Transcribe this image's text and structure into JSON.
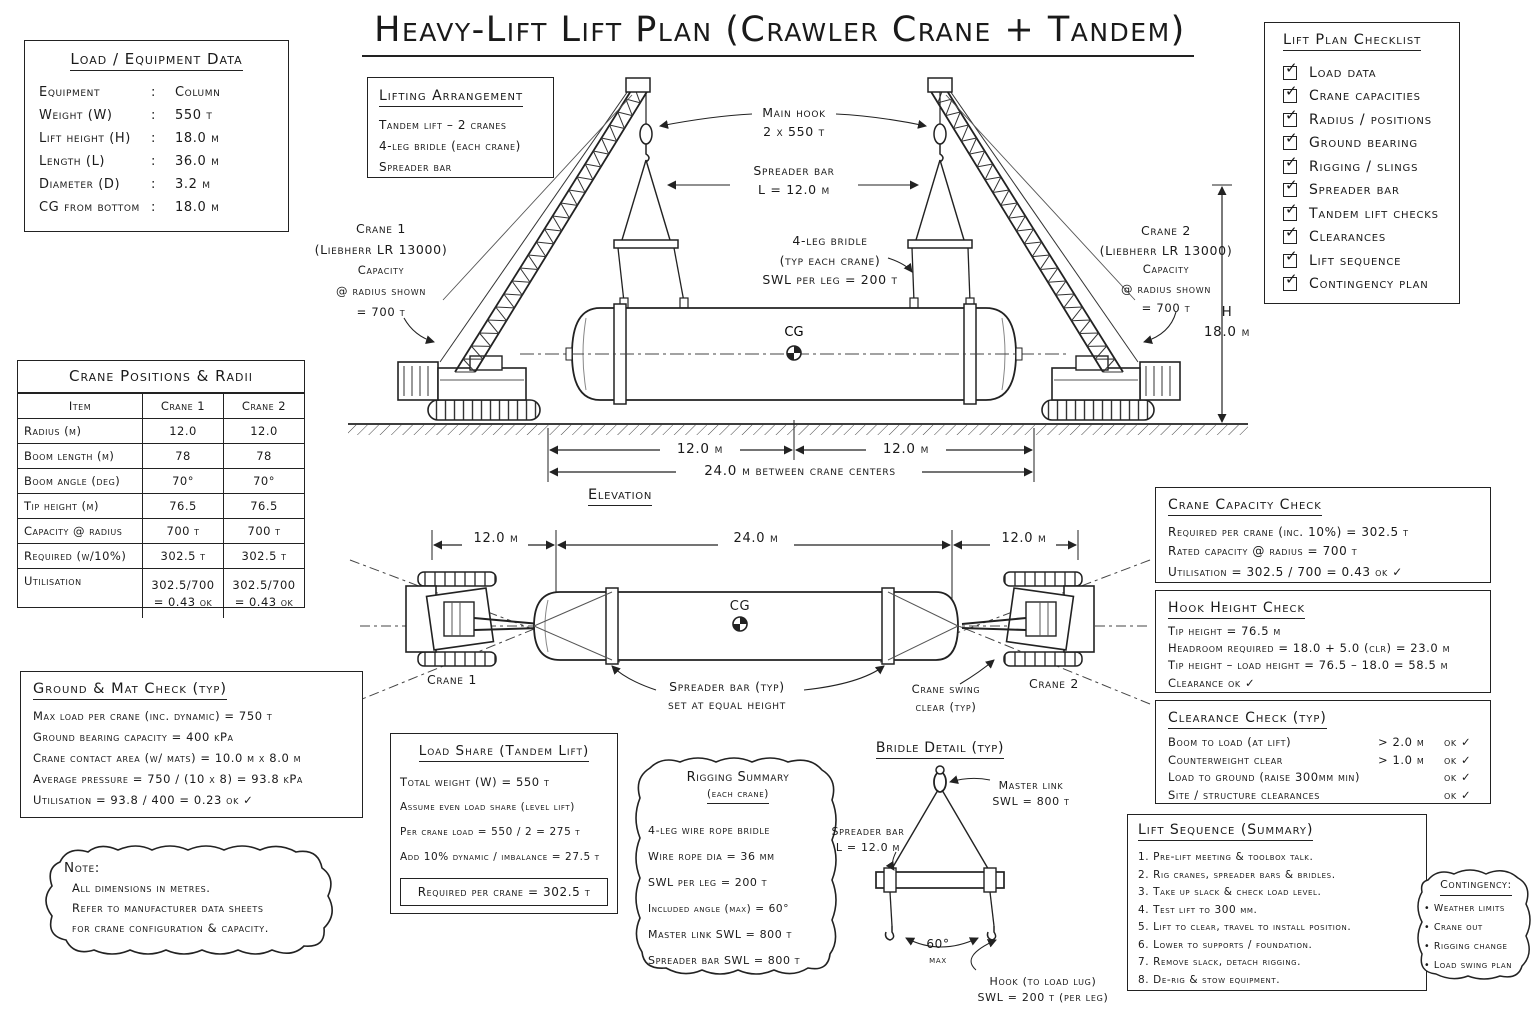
{
  "title": "Heavy-Lift Lift Plan (Crawler Crane + Tandem)",
  "load_data": {
    "title": "Load / Equipment Data",
    "rows": [
      {
        "key": "Equipment",
        "value": "Column"
      },
      {
        "key": "Weight (W)",
        "value": "550 t"
      },
      {
        "key": "Lift height (H)",
        "value": "18.0 m"
      },
      {
        "key": "Length (L)",
        "value": "36.0 m"
      },
      {
        "key": "Diameter (D)",
        "value": "3.2 m"
      },
      {
        "key": "CG from bottom",
        "value": "18.0 m"
      }
    ]
  },
  "lifting_arrangement": {
    "title": "Lifting Arrangement",
    "lines": [
      "Tandem lift – 2 cranes",
      "4-leg bridle (each crane)",
      "Spreader bar"
    ]
  },
  "checklist": {
    "title": "Lift Plan Checklist",
    "mark": "☑",
    "items": [
      "Load data",
      "Crane capacities",
      "Radius / positions",
      "Ground bearing",
      "Rigging / slings",
      "Spreader bar",
      "Tandem lift checks",
      "Clearances",
      "Lift sequence",
      "Contingency plan"
    ]
  },
  "elevation": {
    "view_label": "Elevation",
    "main_hook": [
      "Main hook",
      "2 x 550 t"
    ],
    "spreader_bar": [
      "Spreader bar",
      "L = 12.0 m"
    ],
    "bridle": [
      "4-leg bridle",
      "(typ each crane)",
      "SWL per leg = 200 t"
    ],
    "crane1": [
      "Crane 1",
      "(Liebherr LR 13000)",
      "Capacity",
      "@ radius shown",
      "= 700 t"
    ],
    "crane2": [
      "Crane 2",
      "(Liebherr LR 13000)",
      "Capacity",
      "@ radius shown",
      "= 700 t"
    ],
    "cg": "CG",
    "height": [
      "H",
      "18.0 m"
    ],
    "dim_left": "12.0 m",
    "dim_right": "12.0 m",
    "dim_total": "24.0 m  between crane centers"
  },
  "crane_positions": {
    "title": "Crane Positions & Radii",
    "headers": [
      "Item",
      "Crane 1",
      "Crane 2"
    ],
    "rows": [
      [
        "Radius (m)",
        "12.0",
        "12.0"
      ],
      [
        "Boom length (m)",
        "78",
        "78"
      ],
      [
        "Boom angle (deg)",
        "70°",
        "70°"
      ],
      [
        "Tip height (m)",
        "76.5",
        "76.5"
      ],
      [
        "Capacity @ radius",
        "700 t",
        "700 t"
      ],
      [
        "Required (w/10%)",
        "302.5 t",
        "302.5 t"
      ]
    ],
    "util_label": "Utilisation",
    "util_c1": [
      "302.5/700",
      "= 0.43  ok"
    ],
    "util_c2": [
      "302.5/700",
      "= 0.43  ok"
    ]
  },
  "plan": {
    "dim_left": "12.0 m",
    "dim_mid": "24.0 m",
    "dim_right": "12.0 m",
    "cg": "CG",
    "crane1": "Crane 1",
    "crane2": "Crane 2",
    "spreader": [
      "Spreader bar (typ)",
      "set at equal height"
    ],
    "swing": [
      "Crane swing",
      "clear (typ)"
    ]
  },
  "capacity_check": {
    "title": "Crane Capacity Check",
    "lines": [
      "Required per crane (inc. 10%)  =  302.5 t",
      "Rated capacity @ radius          =  700 t",
      "Utilisation   =  302.5 / 700   =  0.43   ok ✓"
    ]
  },
  "hook_check": {
    "title": "Hook Height Check",
    "lines": [
      "Tip height   =  76.5 m",
      "Headroom required  =  18.0 + 5.0 (clr)  = 23.0 m",
      "Tip height – load height  =  76.5 – 18.0   =  58.5 m",
      "Clearance  ok  ✓"
    ]
  },
  "clearance_check": {
    "title": "Clearance Check (typ)",
    "rows": [
      [
        "Boom to load (at lift)",
        "> 2.0 m",
        "ok ✓"
      ],
      [
        "Counterweight clear",
        "> 1.0 m",
        "ok ✓"
      ],
      [
        "Load to ground (raise 300mm min)",
        "",
        "ok ✓"
      ],
      [
        "Site / structure clearances",
        "",
        "ok ✓"
      ]
    ]
  },
  "ground_check": {
    "title": "Ground & Mat Check (typ)",
    "lines": [
      "Max load per crane (inc. dynamic)  =  750 t",
      "Ground bearing capacity               =  400 kPa",
      "Crane contact area (w/ mats)      = 10.0 m x 8.0 m",
      "Average pressure   =  750 / (10 x 8)  = 93.8 kPa",
      "Utilisation   =  93.8 / 400   =  0.23     ok ✓"
    ]
  },
  "load_share": {
    "title": "Load Share (Tandem Lift)",
    "lines": [
      "Total weight (W)    =  550 t",
      "Assume even load share (level lift)",
      "Per crane load   =  550 / 2   =  275 t",
      "Add 10% dynamic / imbalance  =  27.5 t"
    ],
    "result": "Required per crane  =  302.5 t"
  },
  "rigging": {
    "title": "Rigging Summary",
    "subtitle": "(each crane)",
    "items": [
      "4-leg wire rope bridle",
      "Wire rope dia  =  36 mm",
      "SWL per leg  =  200 t",
      "Included angle (max) = 60°",
      "Master link SWL  =  800 t",
      "Spreader bar SWL  =  800 t"
    ]
  },
  "bridle_detail": {
    "title": "Bridle Detail (typ)",
    "master": [
      "Master link",
      "SWL = 800 t"
    ],
    "spreader": [
      "Spreader bar",
      "L = 12.0 m"
    ],
    "angle": [
      "60°",
      "max"
    ],
    "hook": [
      "Hook (to load lug)",
      "SWL = 200 t (per leg)"
    ]
  },
  "note": {
    "title": "Note:",
    "lines": [
      "All dimensions in metres.",
      "Refer to manufacturer data sheets",
      "for crane configuration & capacity."
    ]
  },
  "sequence": {
    "title": "Lift Sequence (Summary)",
    "steps": [
      "1.  Pre-lift meeting & toolbox talk.",
      "2.  Rig cranes, spreader bars & bridles.",
      "3.  Take up slack & check load level.",
      "4.  Test lift to 300 mm.",
      "5.  Lift to clear, travel to install position.",
      "6.  Lower to supports / foundation.",
      "7.  Remove slack, detach rigging.",
      "8.  De-rig & stow equipment."
    ]
  },
  "contingency": {
    "title": "Contingency:",
    "items": [
      "• Weather limits",
      "• Crane out",
      "• Rigging change",
      "• Load swing plan"
    ]
  }
}
